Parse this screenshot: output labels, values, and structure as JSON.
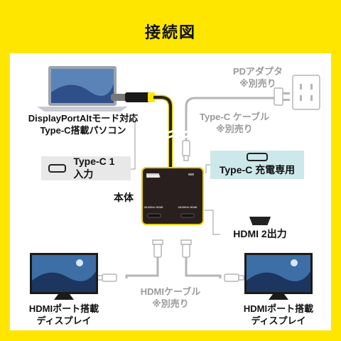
{
  "title": "接続図",
  "laptop_label": [
    "DisplayPortAltモード対応",
    "Type-C搭載パソコン"
  ],
  "pd_adapter_label": [
    "PDアダプタ",
    "※別売り"
  ],
  "typec_cable_label": [
    "Type-C ケーブル",
    "※別売り"
  ],
  "input_box_label": "Type-C 1入力",
  "charge_box_label": "Type-C 充電専用",
  "hdmi_out_label": "HDMI 2出力",
  "main_unit_label": "本体",
  "device_brand": "SANWA",
  "device_port_labels": [
    "4K/60Hz HDMI",
    "4K/60Hz HDMI"
  ],
  "hdmi_cable_label": [
    "HDMIケーブル",
    "※別売り"
  ],
  "left_display_label": [
    "HDMIポート搭載",
    "ディスプレイ"
  ],
  "right_display_label": [
    "HDMIポート搭載",
    "ディスプレイ"
  ],
  "colors": {
    "background": "#ffe600",
    "panel": "#ffffff",
    "charge_box": "#cde8ea",
    "input_box": "#e8e8e8",
    "device": "#2a1f1f",
    "cable_grey": "#b5b5b5"
  }
}
